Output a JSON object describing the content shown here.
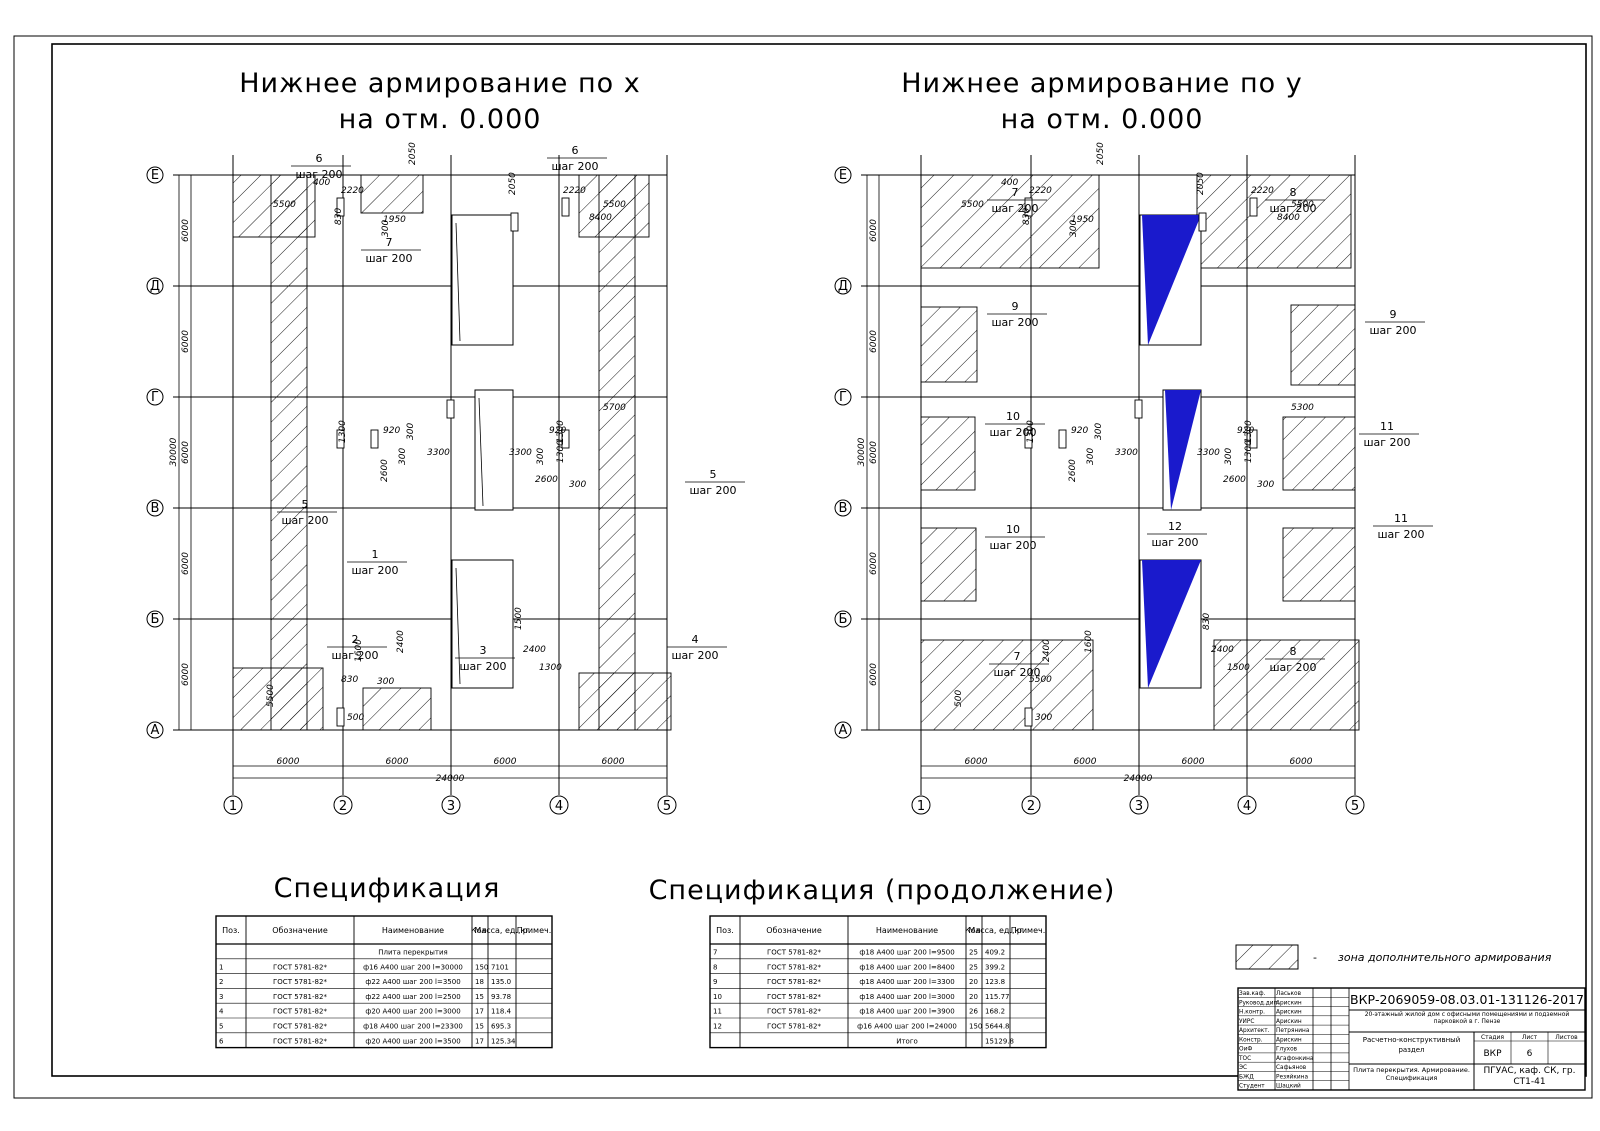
{
  "plan_x": {
    "title_line1": "Нижнее армирование по x",
    "title_line2": "на отм. 0.000",
    "callouts": [
      {
        "pos": "6",
        "step": "шаг 200"
      },
      {
        "pos": "7",
        "step": "шаг 200"
      },
      {
        "pos": "6",
        "step": "шаг 200"
      },
      {
        "pos": "5",
        "step": "шаг 200"
      },
      {
        "pos": "5",
        "step": "шаг 200"
      },
      {
        "pos": "1",
        "step": "шаг 200"
      },
      {
        "pos": "2",
        "step": "шаг 200"
      },
      {
        "pos": "3",
        "step": "шаг 200"
      },
      {
        "pos": "4",
        "step": "шаг 200"
      }
    ],
    "dims": [
      "400",
      "5500",
      "2220",
      "830",
      "2050",
      "1950",
      "300",
      "2050",
      "2220",
      "5500",
      "8400",
      "920",
      "1300",
      "300",
      "3300",
      "3300",
      "920",
      "1300",
      "2600",
      "300",
      "2600",
      "300",
      "5700",
      "1300",
      "300",
      "1600",
      "2400",
      "2400",
      "1300",
      "1500",
      "830",
      "5500",
      "500",
      "300"
    ]
  },
  "plan_y": {
    "title_line1": "Нижнее армирование по y",
    "title_line2": "на отм. 0.000",
    "callouts": [
      {
        "pos": "7",
        "step": "шаг 200"
      },
      {
        "pos": "8",
        "step": "шаг 200"
      },
      {
        "pos": "9",
        "step": "шаг 200"
      },
      {
        "pos": "9",
        "step": "шаг 200"
      },
      {
        "pos": "10",
        "step": "шаг 200"
      },
      {
        "pos": "11",
        "step": "шаг 200"
      },
      {
        "pos": "10",
        "step": "шаг 200"
      },
      {
        "pos": "12",
        "step": "шаг 200"
      },
      {
        "pos": "11",
        "step": "шаг 200"
      },
      {
        "pos": "7",
        "step": "шаг 200"
      },
      {
        "pos": "8",
        "step": "шаг 200"
      }
    ],
    "dims": [
      "400",
      "5500",
      "2220",
      "830",
      "2050",
      "1950",
      "300",
      "2050",
      "2220",
      "5500",
      "8400",
      "920",
      "1300",
      "300",
      "3300",
      "3300",
      "920",
      "1300",
      "2600",
      "300",
      "2600",
      "300",
      "5300",
      "1300",
      "300",
      "2400",
      "1600",
      "2400",
      "1500",
      "830",
      "5500",
      "500",
      "300"
    ]
  },
  "axes": {
    "rows": [
      "Е",
      "Д",
      "Г",
      "В",
      "Б",
      "А"
    ],
    "cols": [
      "1",
      "2",
      "3",
      "4",
      "5"
    ],
    "row_spacing": [
      "6000",
      "6000",
      "6000",
      "6000",
      "6000"
    ],
    "row_total": "30000",
    "col_spacing": [
      "6000",
      "6000",
      "6000",
      "6000"
    ],
    "col_total": "24000"
  },
  "spec1": {
    "title": "Спецификация",
    "headers": [
      "Поз.",
      "Обозначение",
      "Наименование",
      "Кол.",
      "Масса, ед.,кг",
      "Примеч."
    ],
    "group": "Плита перекрытия",
    "rows": [
      [
        "1",
        "ГОСТ 5781-82*",
        "ф16 А400 шаг 200 l=30000",
        "150",
        "7101",
        ""
      ],
      [
        "2",
        "ГОСТ 5781-82*",
        "ф22 А400 шаг 200 l=3500",
        "18",
        "135.0",
        ""
      ],
      [
        "3",
        "ГОСТ 5781-82*",
        "ф22 А400 шаг 200 l=2500",
        "15",
        "93.78",
        ""
      ],
      [
        "4",
        "ГОСТ 5781-82*",
        "ф20 А400 шаг 200 l=3000",
        "17",
        "118.4",
        ""
      ],
      [
        "5",
        "ГОСТ 5781-82*",
        "ф18 А400 шаг 200 l=23300",
        "15",
        "695.3",
        ""
      ],
      [
        "6",
        "ГОСТ 5781-82*",
        "ф20 А400 шаг 200 l=3500",
        "17",
        "125.34",
        ""
      ]
    ]
  },
  "spec2": {
    "title": "Спецификация (продолжение)",
    "headers": [
      "Поз.",
      "Обозначение",
      "Наименование",
      "Кол.",
      "Масса, ед.,кг",
      "Примеч."
    ],
    "rows": [
      [
        "7",
        "ГОСТ 5781-82*",
        "ф18 А400 шаг 200 l=9500",
        "25",
        "409.2",
        ""
      ],
      [
        "8",
        "ГОСТ 5781-82*",
        "ф18 А400 шаг 200 l=8400",
        "25",
        "399.2",
        ""
      ],
      [
        "9",
        "ГОСТ 5781-82*",
        "ф18 А400 шаг 200 l=3300",
        "20",
        "123.8",
        ""
      ],
      [
        "10",
        "ГОСТ 5781-82*",
        "ф18 А400 шаг 200 l=3000",
        "20",
        "115.77",
        ""
      ],
      [
        "11",
        "ГОСТ 5781-82*",
        "ф18 А400 шаг 200 l=3900",
        "26",
        "168.2",
        ""
      ],
      [
        "12",
        "ГОСТ 5781-82*",
        "ф16 А400 шаг 200 l=24000",
        "150",
        "5644.8",
        ""
      ]
    ],
    "total_label": "Итого",
    "total_value": "15129.8"
  },
  "legend": {
    "dash": "-",
    "text": "зона дополнительного армирования"
  },
  "stamp": {
    "code": "ВКР-2069059-08.03.01-131126-2017",
    "project": "20-этажный жилой дом с офисными помещениями и подземной парковкой в г. Пензе",
    "section": "Расчетно-конструктивный раздел",
    "sheet_title": "Плита перекрытия. Армирование. Спецификация",
    "org": "ПГУАС, каф. СК, гр. СТ1-41",
    "stage_h": "Стадия",
    "sheet_h": "Лист",
    "sheets_h": "Листов",
    "stage": "ВКР",
    "sheet": "6",
    "roles": [
      "Зав.каф.",
      "Руковод.дип.",
      "Н.контр.",
      "УИРС",
      "Архитект.",
      "Констр.",
      "ОиФ",
      "ТОС",
      "ЭС",
      "БЖД",
      "Студент"
    ],
    "names": [
      "Ласьков",
      "Арискин",
      "Арискин",
      "Арискин",
      "Петрянина",
      "Арискин",
      "Глухов",
      "Агафонкина",
      "Сафьянов",
      "Резяйкина",
      "Шацкий"
    ]
  }
}
